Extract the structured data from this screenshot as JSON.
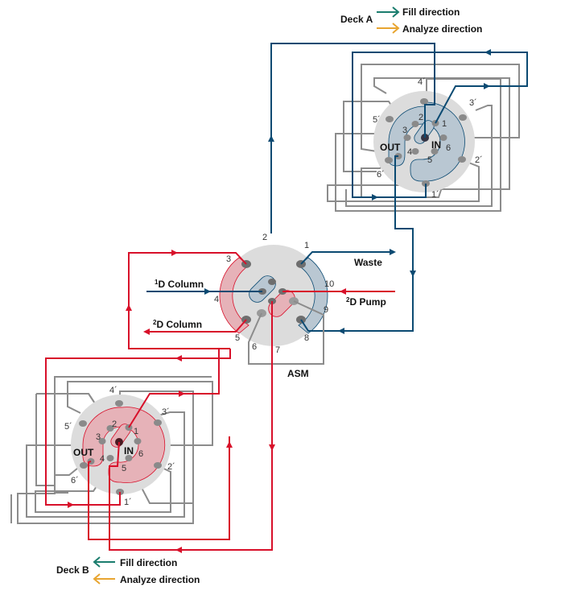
{
  "colors": {
    "fill_arrow": "#1b7d6e",
    "analyze_arrow": "#e8a530",
    "deck_a_line": "#0b4a72",
    "deck_b_line": "#d8102a",
    "gray_line": "#8c8c8c",
    "valve_body": "#dcdcdc",
    "deck_a_channel": "#b9c7d2",
    "deck_b_channel": "#e6b2b8"
  },
  "legend_a": {
    "deck": "Deck A",
    "fill": "Fill direction",
    "analyze": "Analyze  direction"
  },
  "legend_b": {
    "deck": "Deck B",
    "fill": "Fill direction",
    "analyze": "Analyze  direction"
  },
  "asm": {
    "label": "ASM",
    "ports": [
      "1",
      "2",
      "3",
      "4",
      "5",
      "6",
      "7",
      "8",
      "9",
      "10"
    ],
    "connections": {
      "waste": "Waste",
      "pump_sup": "2",
      "pump": "D Pump",
      "col1_sup": "1",
      "col1": "D Column",
      "col2_sup": "2",
      "col2": "D Column"
    }
  },
  "deck_a": {
    "inner_ports": [
      "1",
      "2",
      "3",
      "4",
      "5",
      "6"
    ],
    "outer_ports": [
      "1´",
      "2´",
      "3´",
      "4´",
      "5´",
      "6´"
    ],
    "out_label": "OUT",
    "in_label": "IN"
  },
  "deck_b": {
    "inner_ports": [
      "1",
      "2",
      "3",
      "4",
      "5",
      "6"
    ],
    "outer_ports": [
      "1´",
      "2´",
      "3´",
      "4´",
      "5´",
      "6´"
    ],
    "out_label": "OUT",
    "in_label": "IN"
  }
}
